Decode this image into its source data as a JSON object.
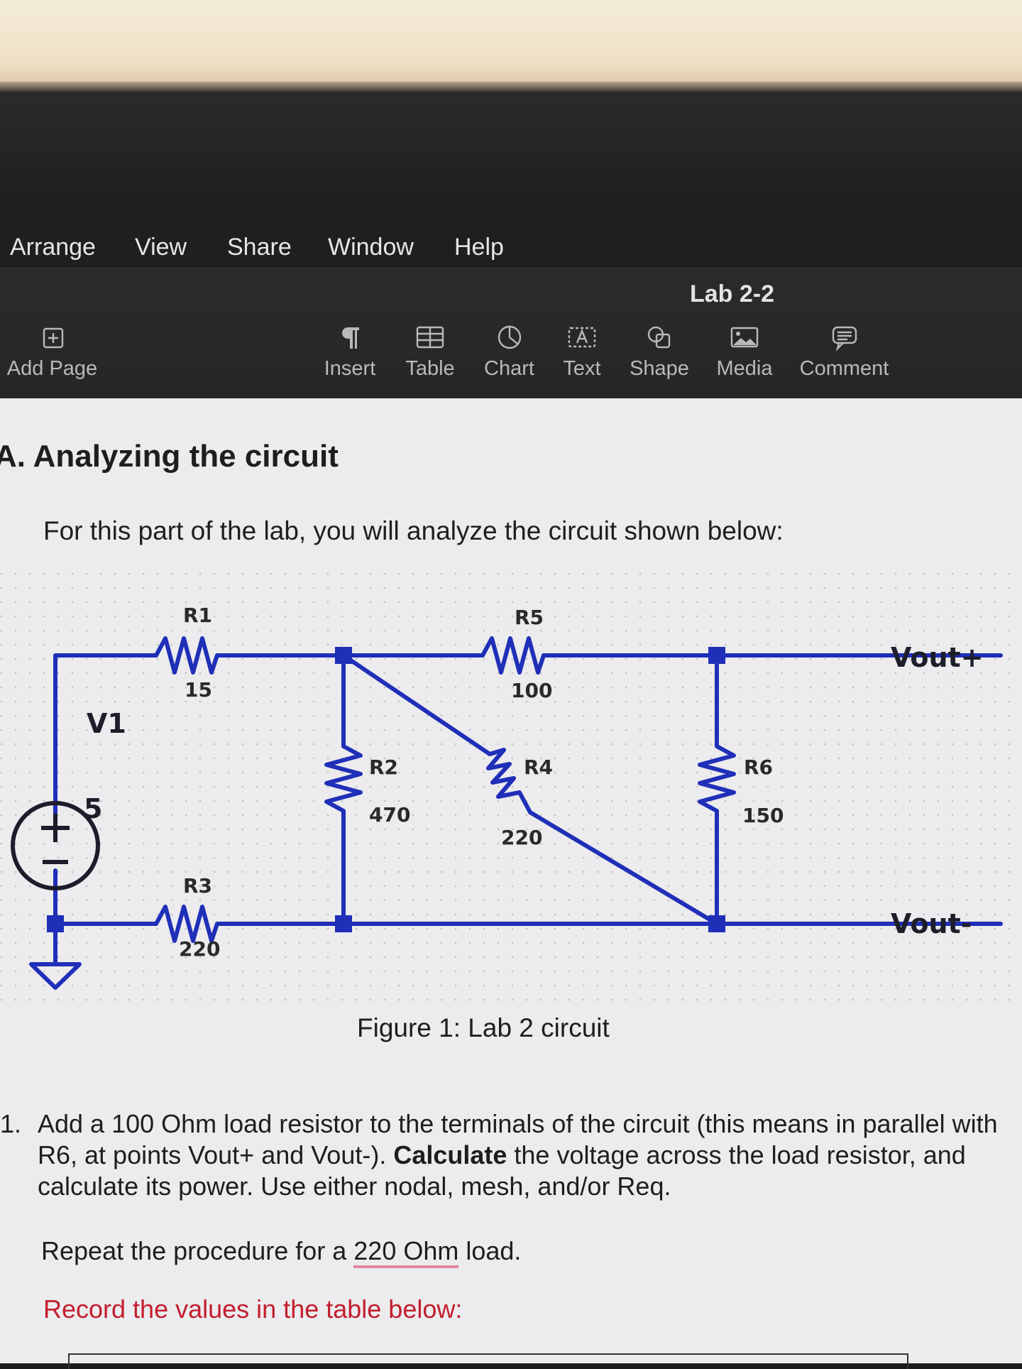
{
  "menubar": {
    "items": [
      "Arrange",
      "View",
      "Share",
      "Window",
      "Help"
    ]
  },
  "toolbar": {
    "doc_title": "Lab 2-2",
    "add_page": {
      "label": "Add Page",
      "icon": "add-page-icon"
    },
    "tools": [
      {
        "label": "Insert",
        "icon": "paragraph-icon"
      },
      {
        "label": "Table",
        "icon": "table-icon"
      },
      {
        "label": "Chart",
        "icon": "chart-icon"
      },
      {
        "label": "Text",
        "icon": "text-box-icon"
      },
      {
        "label": "Shape",
        "icon": "shape-icon"
      },
      {
        "label": "Media",
        "icon": "media-icon"
      },
      {
        "label": "Comment",
        "icon": "comment-icon"
      }
    ]
  },
  "document": {
    "heading": "A. Analyzing the circuit",
    "intro": "For this part of the lab, you will analyze the circuit shown below:",
    "circuit": {
      "wire_color": "#1f2fb8",
      "source": {
        "name": "V1",
        "value": "5"
      },
      "resistors": [
        {
          "name": "R1",
          "value": "15"
        },
        {
          "name": "R5",
          "value": "100"
        },
        {
          "name": "R2",
          "value": "470"
        },
        {
          "name": "R4",
          "value": "220"
        },
        {
          "name": "R6",
          "value": "150"
        },
        {
          "name": "R3",
          "value": "220"
        }
      ],
      "terminals": {
        "plus": "Vout+",
        "minus": "Vout-"
      }
    },
    "caption": "Figure 1: Lab 2 circuit",
    "question1": {
      "number": "1.",
      "text_a": "Add a 100 Ohm load resistor to the terminals of the circuit (this means in parallel with R6, at points Vout+ and Vout-). ",
      "bold": "Calculate",
      "text_b": " the voltage across the load resistor, and calculate its power.  Use either nodal, mesh, and/or Req."
    },
    "repeat": {
      "before": "Repeat the procedure for a ",
      "underlined": "220 Ohm",
      "after": " load."
    },
    "record": "Record the values in the table below:",
    "accent_red": "#c31e2e"
  }
}
